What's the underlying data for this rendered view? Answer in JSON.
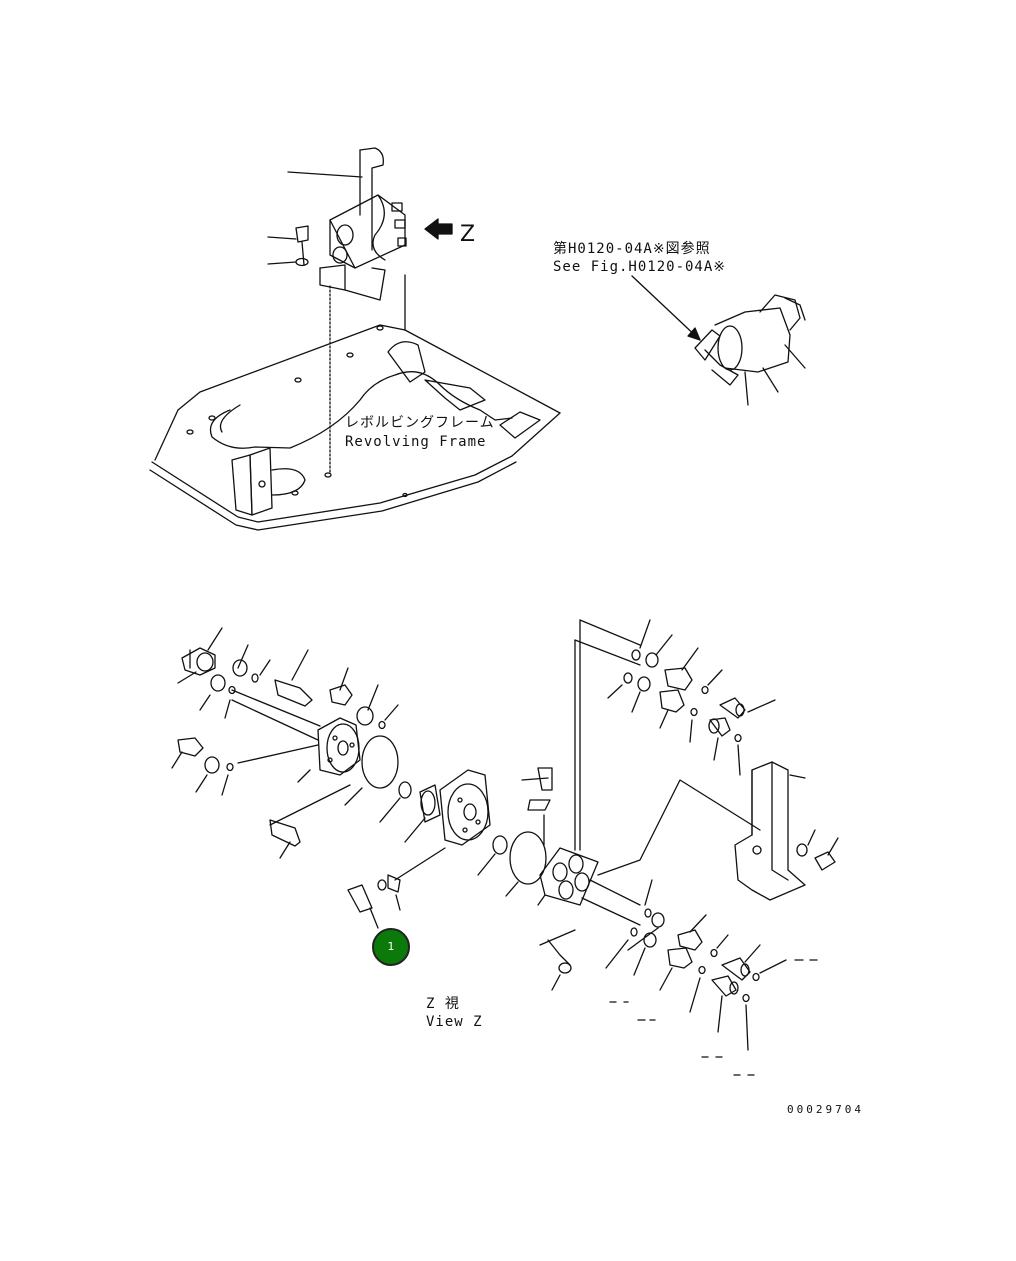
{
  "figure": {
    "top_reference": {
      "jp": "第H0120-04A※図参照",
      "en": "See Fig.H0120-04A※"
    },
    "frame_label": {
      "jp": "レボルビングフレーム",
      "en": "Revolving Frame"
    },
    "arrow_letter": "Z",
    "view_label": {
      "jp": "Z  視",
      "en": "View Z"
    },
    "callout_number": "1",
    "drawing_number": "00029704",
    "colors": {
      "line": "#111111",
      "callout_fill": "#0b7a0b",
      "callout_text": "#ffffff"
    }
  }
}
